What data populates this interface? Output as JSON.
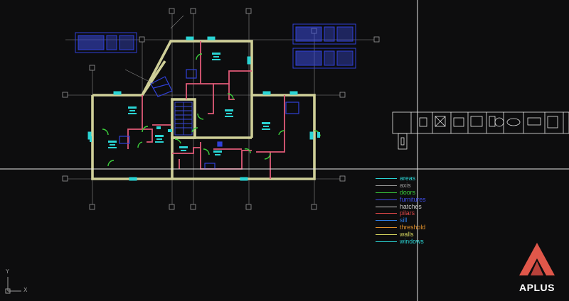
{
  "viewport": {
    "axis_y_label": "Y",
    "axis_x_label": "X"
  },
  "legend": {
    "items": [
      {
        "label": "areas",
        "color": "#2ad4d4"
      },
      {
        "label": "axis",
        "color": "#9a9a9a"
      },
      {
        "label": "doors",
        "color": "#3ccf3c"
      },
      {
        "label": "furnitures",
        "color": "#3f4ce8"
      },
      {
        "label": "hatches",
        "color": "#c8c8c8"
      },
      {
        "label": "pilars",
        "color": "#e04848"
      },
      {
        "label": "sill",
        "color": "#2f7fe8"
      },
      {
        "label": "threshold",
        "color": "#e0902a"
      },
      {
        "label": "walls",
        "color": "#d8d860"
      },
      {
        "label": "windows",
        "color": "#2ad4d4"
      }
    ]
  },
  "colors": {
    "background": "#0d0d0e",
    "crosshair": "#e6e6e6",
    "walls": "#cfcf98",
    "partitions": "#e05a78",
    "axis": "#8a8a8a",
    "furniture": "#3040d8",
    "areas": "#2ad4d4",
    "doors": "#3ccf3c",
    "logo": "#e0574a"
  },
  "icons": {
    "origin": "ucs-axis-icon",
    "logo": "aplus-logo-icon"
  },
  "logo": {
    "text": "APLUS"
  }
}
